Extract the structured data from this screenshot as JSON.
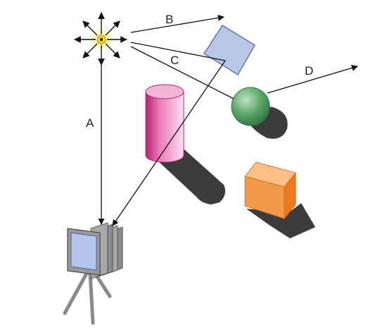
{
  "labels": {
    "a": "A",
    "b": "B",
    "c": "C",
    "d": "D"
  },
  "colors": {
    "ray": "#111111",
    "light_center": "#f6d400",
    "mirror_fill": "#b9c6e6",
    "mirror_stroke": "#4b5fa8",
    "sphere": "#4a9a5c",
    "cylinder": "#d03e92",
    "cube_front": "#f39a4a",
    "cube_top": "#ffbf87",
    "cube_side": "#ee7a1d",
    "shadow": "#3c3c3c",
    "camera_body": "#9a9a9a",
    "camera_lens": "#b5c4ea"
  },
  "icons": {
    "light_source": "light-source-icon",
    "camera": "camera-icon"
  }
}
